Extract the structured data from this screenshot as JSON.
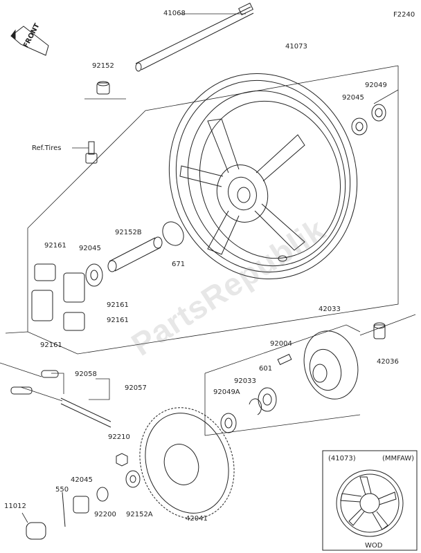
{
  "diagram_code": "F2240",
  "front_label": "FRONT",
  "watermark": "PartsRepublik",
  "parts": {
    "p41068": "41068",
    "p41073": "41073",
    "p92152": "92152",
    "p92049_top": "92049",
    "p92045_top": "92045",
    "ref_tires": "Ref.Tires",
    "p92161_a": "92161",
    "p92045_left": "92045",
    "p92152b": "92152B",
    "p671": "671",
    "p92161_b": "92161",
    "p92161_c": "92161",
    "p92161_d": "92161",
    "p42033": "42033",
    "p92004": "92004",
    "p42036": "42036",
    "p601": "601",
    "p92033": "92033",
    "p92049a": "92049A",
    "p92058": "92058",
    "p92057": "92057",
    "p92210": "92210",
    "p42045": "42045",
    "p550": "550",
    "p11012": "11012",
    "p92200": "92200",
    "p92152a": "92152A",
    "p42041": "42041"
  },
  "inset": {
    "part_ref": "(41073)",
    "variant": "(MMFAW)",
    "color_code": "WOD"
  }
}
